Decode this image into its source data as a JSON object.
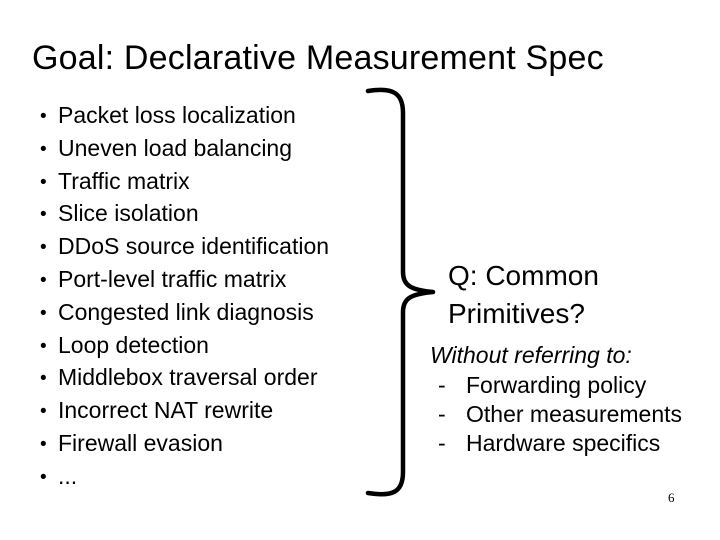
{
  "slide": {
    "colors": {
      "background": "#ffffff",
      "text": "#000000"
    },
    "title": "Goal: Declarative Measurement Spec",
    "bullet_char": "•",
    "bullets": [
      "Packet loss localization",
      "Uneven load balancing",
      "Traffic matrix",
      "Slice isolation",
      "DDoS source identification",
      "Port-level traffic matrix",
      "Congested link diagnosis",
      "Loop detection",
      "Middlebox traversal order",
      "Incorrect NAT rewrite",
      "Firewall evasion",
      "..."
    ],
    "question": {
      "line1": "Q: Common",
      "line2": "Primitives?"
    },
    "note": {
      "heading": "Without referring to:",
      "dash_char": "-",
      "items": [
        "Forwarding policy",
        "Other measurements",
        "Hardware specifics"
      ]
    },
    "page_number": "6"
  }
}
